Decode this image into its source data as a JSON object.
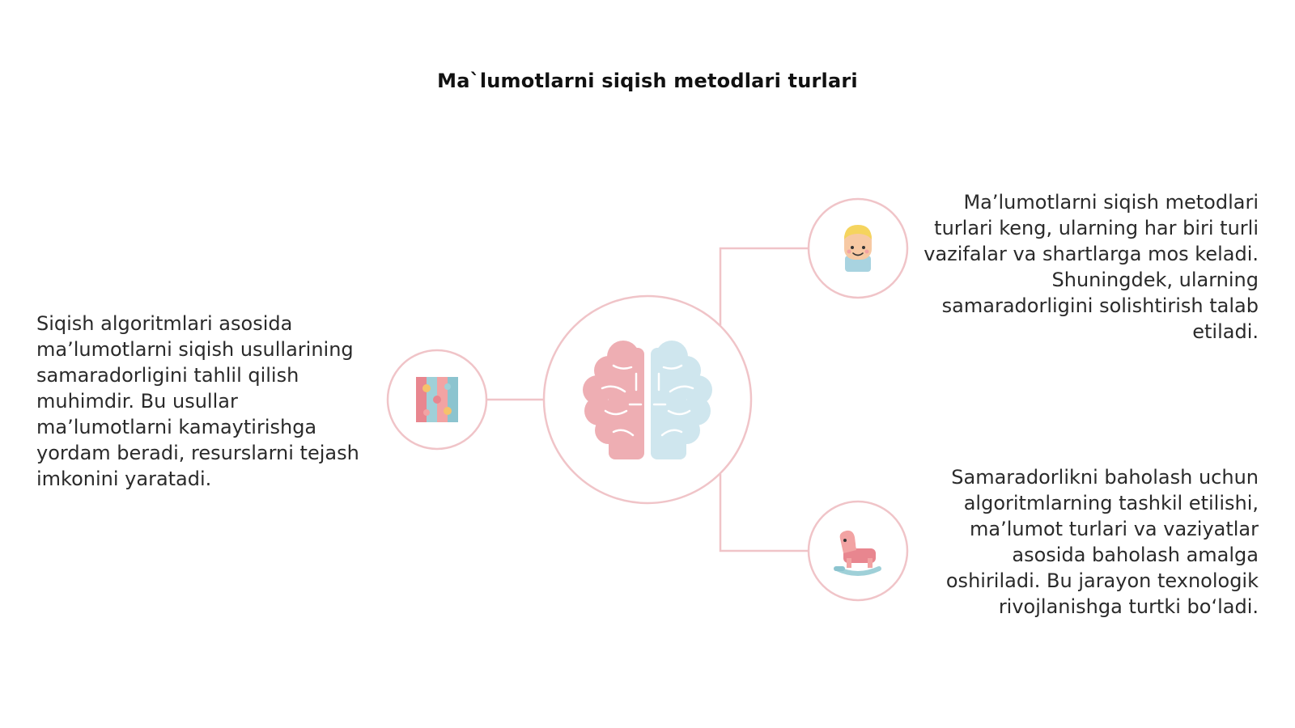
{
  "slide": {
    "title": "Ma`lumotlarni siqish metodlari turlari"
  },
  "colors": {
    "accent": "#f0c4c8",
    "brain_left": "#eeaeb3",
    "brain_right": "#cfe6ee",
    "text": "#2a2a2a"
  },
  "nodes": {
    "center": {
      "icon": "brain-icon"
    },
    "left": {
      "icon": "puzzle-icon",
      "text": "Siqish algoritmlari asosida ma’lumotlarni siqish usullarining samaradorligini tahlil qilish muhimdir. Bu usullar ma’lumotlarni kamaytirishga yordam beradi, resurslarni tejash imkonini yaratadi."
    },
    "right_top": {
      "icon": "child-avatar-icon",
      "text": "Ma’lumotlarni siqish metodlari turlari keng, ularning har biri turli vazifalar va shartlarga mos keladi. Shuningdek, ularning samaradorligini solishtirish talab etiladi."
    },
    "right_bottom": {
      "icon": "rocking-horse-icon",
      "text": "Samaradorlikni baholash uchun algoritmlarning tashkil etilishi, ma’lumot turlari va vaziyatlar asosida baholash amalga oshiriladi. Bu jarayon texnologik rivojlanishga turtki bo‘ladi."
    }
  }
}
